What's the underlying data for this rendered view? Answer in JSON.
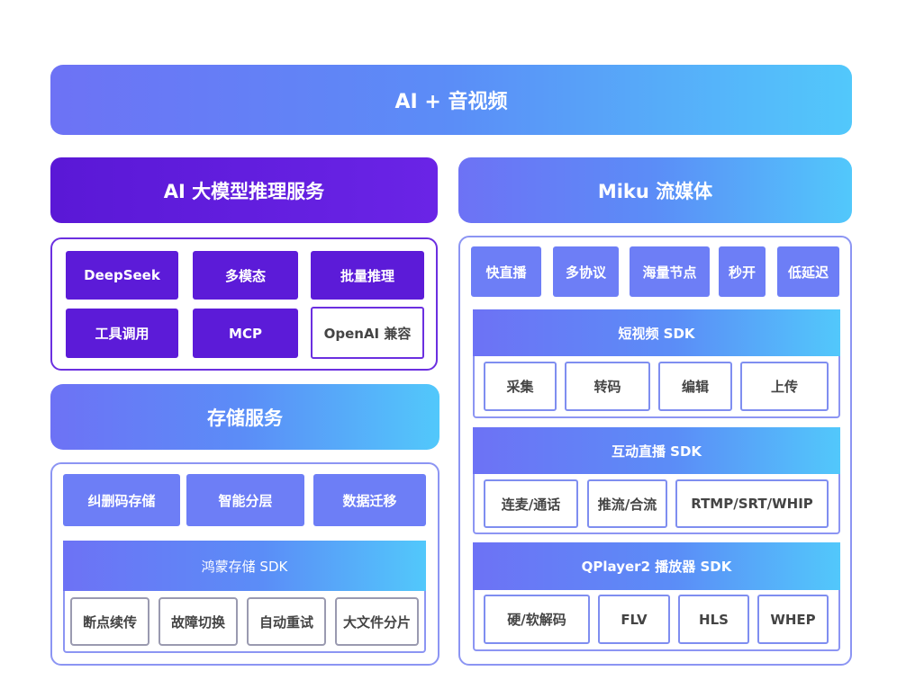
{
  "header": {
    "title": "AI + 音视频"
  },
  "ai_service": {
    "title": "AI 大模型推理服务",
    "items": [
      "DeepSeek",
      "多模态",
      "批量推理",
      "工具调用",
      "MCP",
      "OpenAI 兼容"
    ]
  },
  "storage": {
    "title": "存储服务",
    "items": [
      "纠删码存储",
      "智能分层",
      "数据迁移"
    ],
    "sdk": {
      "title": "鸿蒙存储 SDK",
      "items": [
        "断点续传",
        "故障切换",
        "自动重试",
        "大文件分片"
      ]
    }
  },
  "miku": {
    "title": "Miku 流媒体",
    "features": [
      "快直播",
      "多协议",
      "海量节点",
      "秒开",
      "低延迟"
    ],
    "short_video_sdk": {
      "title": "短视频 SDK",
      "items": [
        "采集",
        "转码",
        "编辑",
        "上传"
      ]
    },
    "live_sdk": {
      "title": "互动直播 SDK",
      "items": [
        "连麦/通话",
        "推流/合流",
        "RTMP/SRT/WHIP"
      ]
    },
    "player_sdk": {
      "title": "QPlayer2 播放器 SDK",
      "items": [
        "硬/软解码",
        "FLV",
        "HLS",
        "WHEP"
      ]
    }
  }
}
